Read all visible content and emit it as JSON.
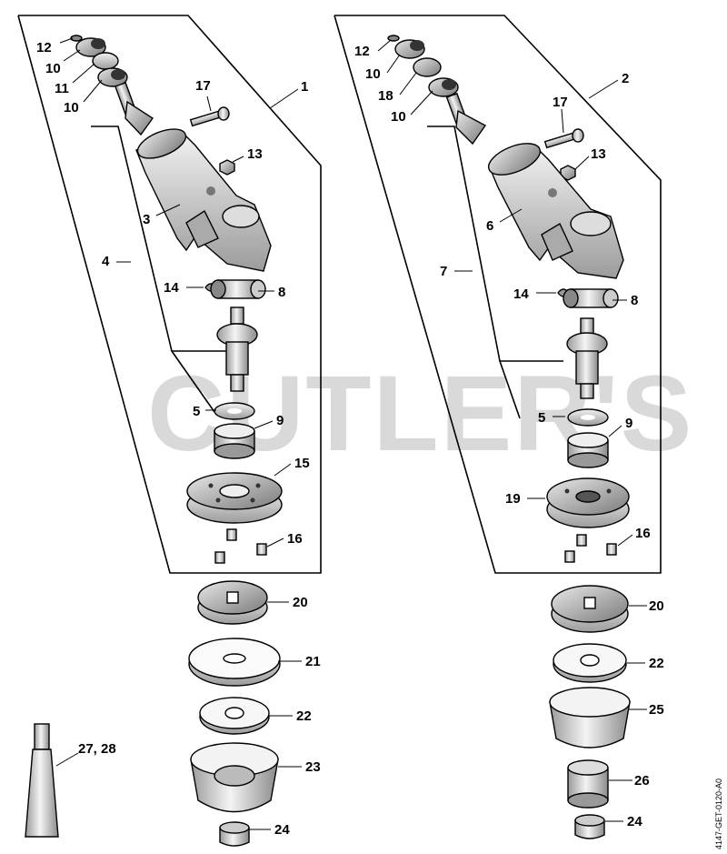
{
  "watermark": "CUTLER'S",
  "drawing_code": "4147-GET-0120-A0",
  "labels_left": {
    "l12": "12",
    "l10a": "10",
    "l11": "11",
    "l10b": "10",
    "l17": "17",
    "l1": "1",
    "l13": "13",
    "l3": "3",
    "l4": "4",
    "l14": "14",
    "l8": "8",
    "l5": "5",
    "l9": "9",
    "l15": "15",
    "l16": "16",
    "l20": "20",
    "l21": "21",
    "l22": "22",
    "l23": "23",
    "l24": "24",
    "l2728": "27, 28"
  },
  "labels_right": {
    "l12": "12",
    "l10a": "10",
    "l18": "18",
    "l10b": "10",
    "l17": "17",
    "l2": "2",
    "l13": "13",
    "l6": "6",
    "l7": "7",
    "l14": "14",
    "l8": "8",
    "l5": "5",
    "l9": "9",
    "l19": "19",
    "l16": "16",
    "l20": "20",
    "l22": "22",
    "l25": "25",
    "l26": "26",
    "l24": "24"
  }
}
